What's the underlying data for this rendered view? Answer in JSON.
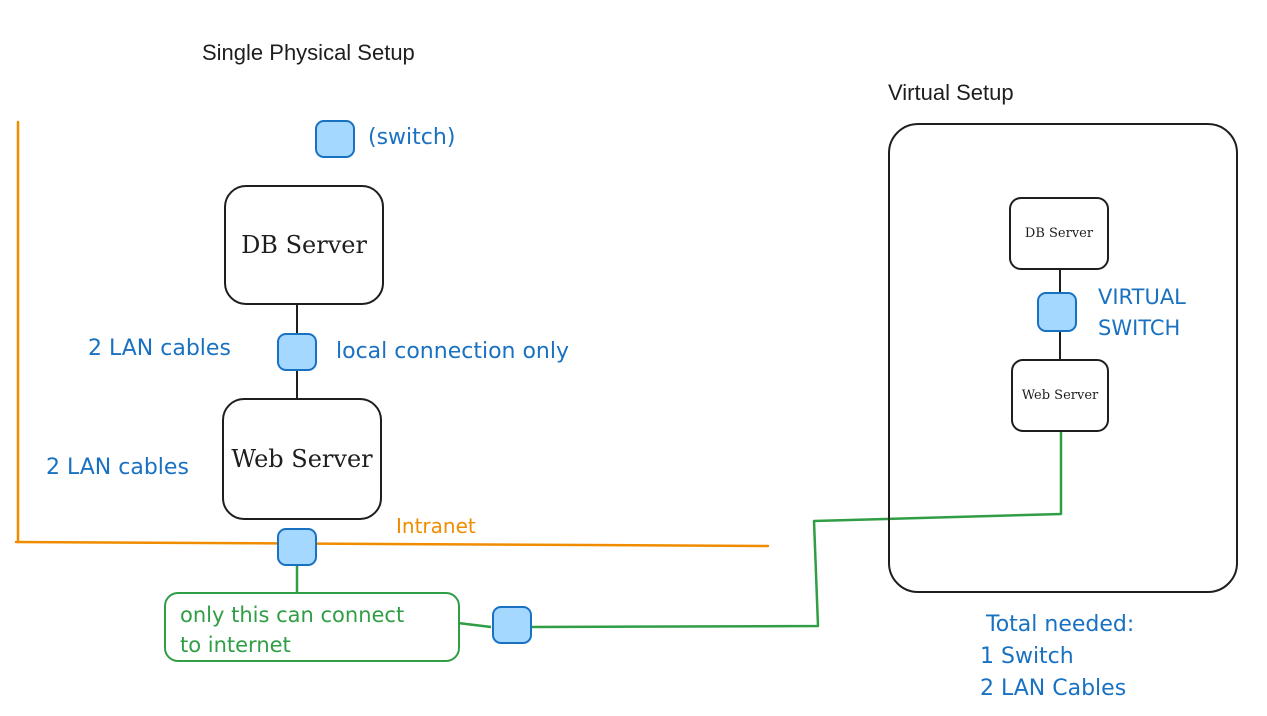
{
  "headings": {
    "physical": "Single Physical Setup",
    "virtual": "Virtual Setup"
  },
  "physical": {
    "switch_label": "(switch)",
    "db_server": "DB Server",
    "web_server": "Web Server",
    "lan_cables_upper": "2 LAN cables",
    "lan_cables_lower": "2 LAN cables",
    "local_connection": "local connection only",
    "intranet": "Intranet",
    "internet_line1": "only this can connect",
    "internet_line2": "to internet"
  },
  "virtual": {
    "db_server": "DB Server",
    "web_server": "Web Server",
    "switch_line1": "VIRTUAL",
    "switch_line2": "SWITCH",
    "total_line1": "Total needed:",
    "total_line2": "1 Switch",
    "total_line3": "2 LAN Cables"
  },
  "colors": {
    "ink": "#1e1e1e",
    "blue_text": "#1971c2",
    "switch_fill": "#a5d8ff",
    "intranet": "#f08c00",
    "internet": "#2f9e44"
  }
}
